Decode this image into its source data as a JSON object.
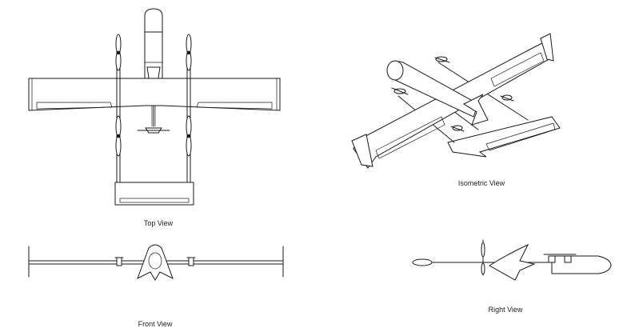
{
  "views": {
    "top": {
      "label": "Top View"
    },
    "isometric": {
      "label": "Isometric View"
    },
    "front": {
      "label": "Front View"
    },
    "right": {
      "label": "Right View"
    }
  },
  "colors": {
    "ink": "#1a1a1a",
    "background": "#ffffff"
  }
}
